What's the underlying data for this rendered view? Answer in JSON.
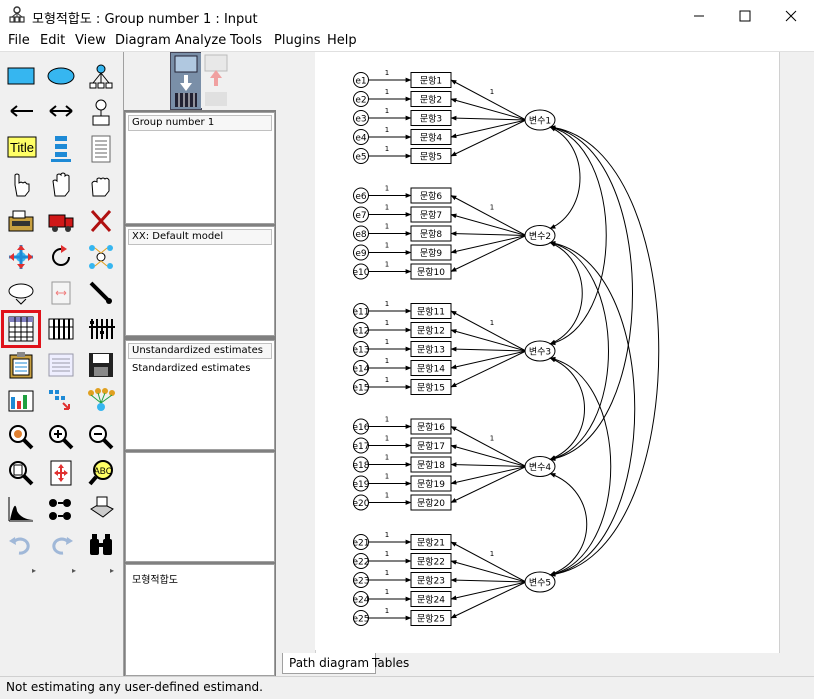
{
  "window": {
    "title": "모형적합도 : Group number 1 : Input"
  },
  "menu": [
    "File",
    "Edit",
    "View",
    "Diagram",
    "Analyze",
    "Tools",
    "Plugins",
    "Help"
  ],
  "panels": {
    "groups": "Group number 1",
    "models": "XX: Default model",
    "estimates": [
      "Unstandardized estimates",
      "Standardized estimates"
    ],
    "file": "모형적합도"
  },
  "tabs": [
    "Path diagram",
    "Tables"
  ],
  "status": "Not estimating any user-defined estimand.",
  "diagram": {
    "one": "1",
    "groups": [
      {
        "latent": "변수1",
        "items": [
          [
            "e1",
            "문항1"
          ],
          [
            "e2",
            "문항2"
          ],
          [
            "e3",
            "문항3"
          ],
          [
            "e4",
            "문항4"
          ],
          [
            "e5",
            "문항5"
          ]
        ]
      },
      {
        "latent": "변수2",
        "items": [
          [
            "e6",
            "문항6"
          ],
          [
            "e7",
            "문항7"
          ],
          [
            "e8",
            "문항8"
          ],
          [
            "e9",
            "문항9"
          ],
          [
            "e10",
            "문항10"
          ]
        ]
      },
      {
        "latent": "변수3",
        "items": [
          [
            "e11",
            "문항11"
          ],
          [
            "e12",
            "문항12"
          ],
          [
            "e13",
            "문항13"
          ],
          [
            "e14",
            "문항14"
          ],
          [
            "e15",
            "문항15"
          ]
        ]
      },
      {
        "latent": "변수4",
        "items": [
          [
            "e16",
            "문항16"
          ],
          [
            "e17",
            "문항17"
          ],
          [
            "e18",
            "문항18"
          ],
          [
            "e19",
            "문항19"
          ],
          [
            "e20",
            "문항20"
          ]
        ]
      },
      {
        "latent": "변수5",
        "items": [
          [
            "e21",
            "문항21"
          ],
          [
            "e22",
            "문항22"
          ],
          [
            "e23",
            "문항23"
          ],
          [
            "e24",
            "문항24"
          ],
          [
            "e25",
            "문항25"
          ]
        ]
      }
    ]
  },
  "colors": {
    "selection": "#e0121a",
    "accent": "#1e8ad6"
  }
}
